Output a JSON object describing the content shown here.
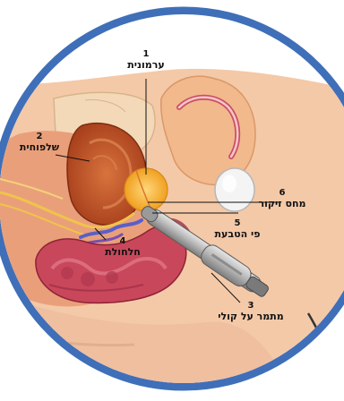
{
  "callouts": [
    {
      "number": "1",
      "label": "ערמונית"
    },
    {
      "number": "2",
      "label": "שלפוחית"
    },
    {
      "number": "3",
      "label": "מתמר על קולי"
    },
    {
      "number": "4",
      "label": "חלחולת"
    },
    {
      "number": "5",
      "label": "פי הטבעת"
    },
    {
      "number": "6",
      "label": "מחס זיקור"
    }
  ],
  "colors": {
    "frame_ring": "#3f6fb8",
    "skin": "#f4c9a8",
    "tissue": "#e9a07a",
    "bladder": "#c8562a",
    "prostate": "#f2a22c",
    "rectum": "#c9475a",
    "probe": "#b8b8b8"
  }
}
